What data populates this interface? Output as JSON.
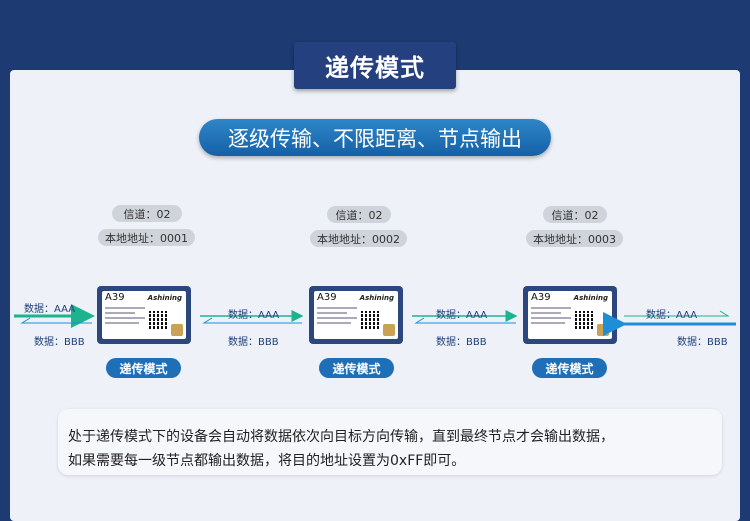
{
  "header": {
    "title": "递传模式"
  },
  "subtitle": "逐级传输、不限距离、节点输出",
  "modules": [
    {
      "channel": "信道：02",
      "address": "本地地址：0001",
      "model": "A39",
      "brand": "Ashining",
      "tag": "递传模式"
    },
    {
      "channel": "信道：02",
      "address": "本地地址：0002",
      "model": "A39",
      "brand": "Ashining",
      "tag": "递传模式"
    },
    {
      "channel": "信道：02",
      "address": "本地地址：0003",
      "model": "A39",
      "brand": "Ashining",
      "tag": "递传模式"
    }
  ],
  "flows": {
    "data_aaa": "数据：AAA",
    "data_bbb": "数据：BBB"
  },
  "note": {
    "line1": "处于递传模式下的设备会自动将数据依次向目标方向传输，直到最终节点才会输出数据，",
    "line2": "如果需要每一级节点都输出数据，将目的地址设置为0xFF即可。"
  },
  "colors": {
    "background": "#1d3a72",
    "accent": "#1e6fb8",
    "aaa_arrow": "#1cb38f",
    "bbb_arrow": "#1e8fd6"
  }
}
